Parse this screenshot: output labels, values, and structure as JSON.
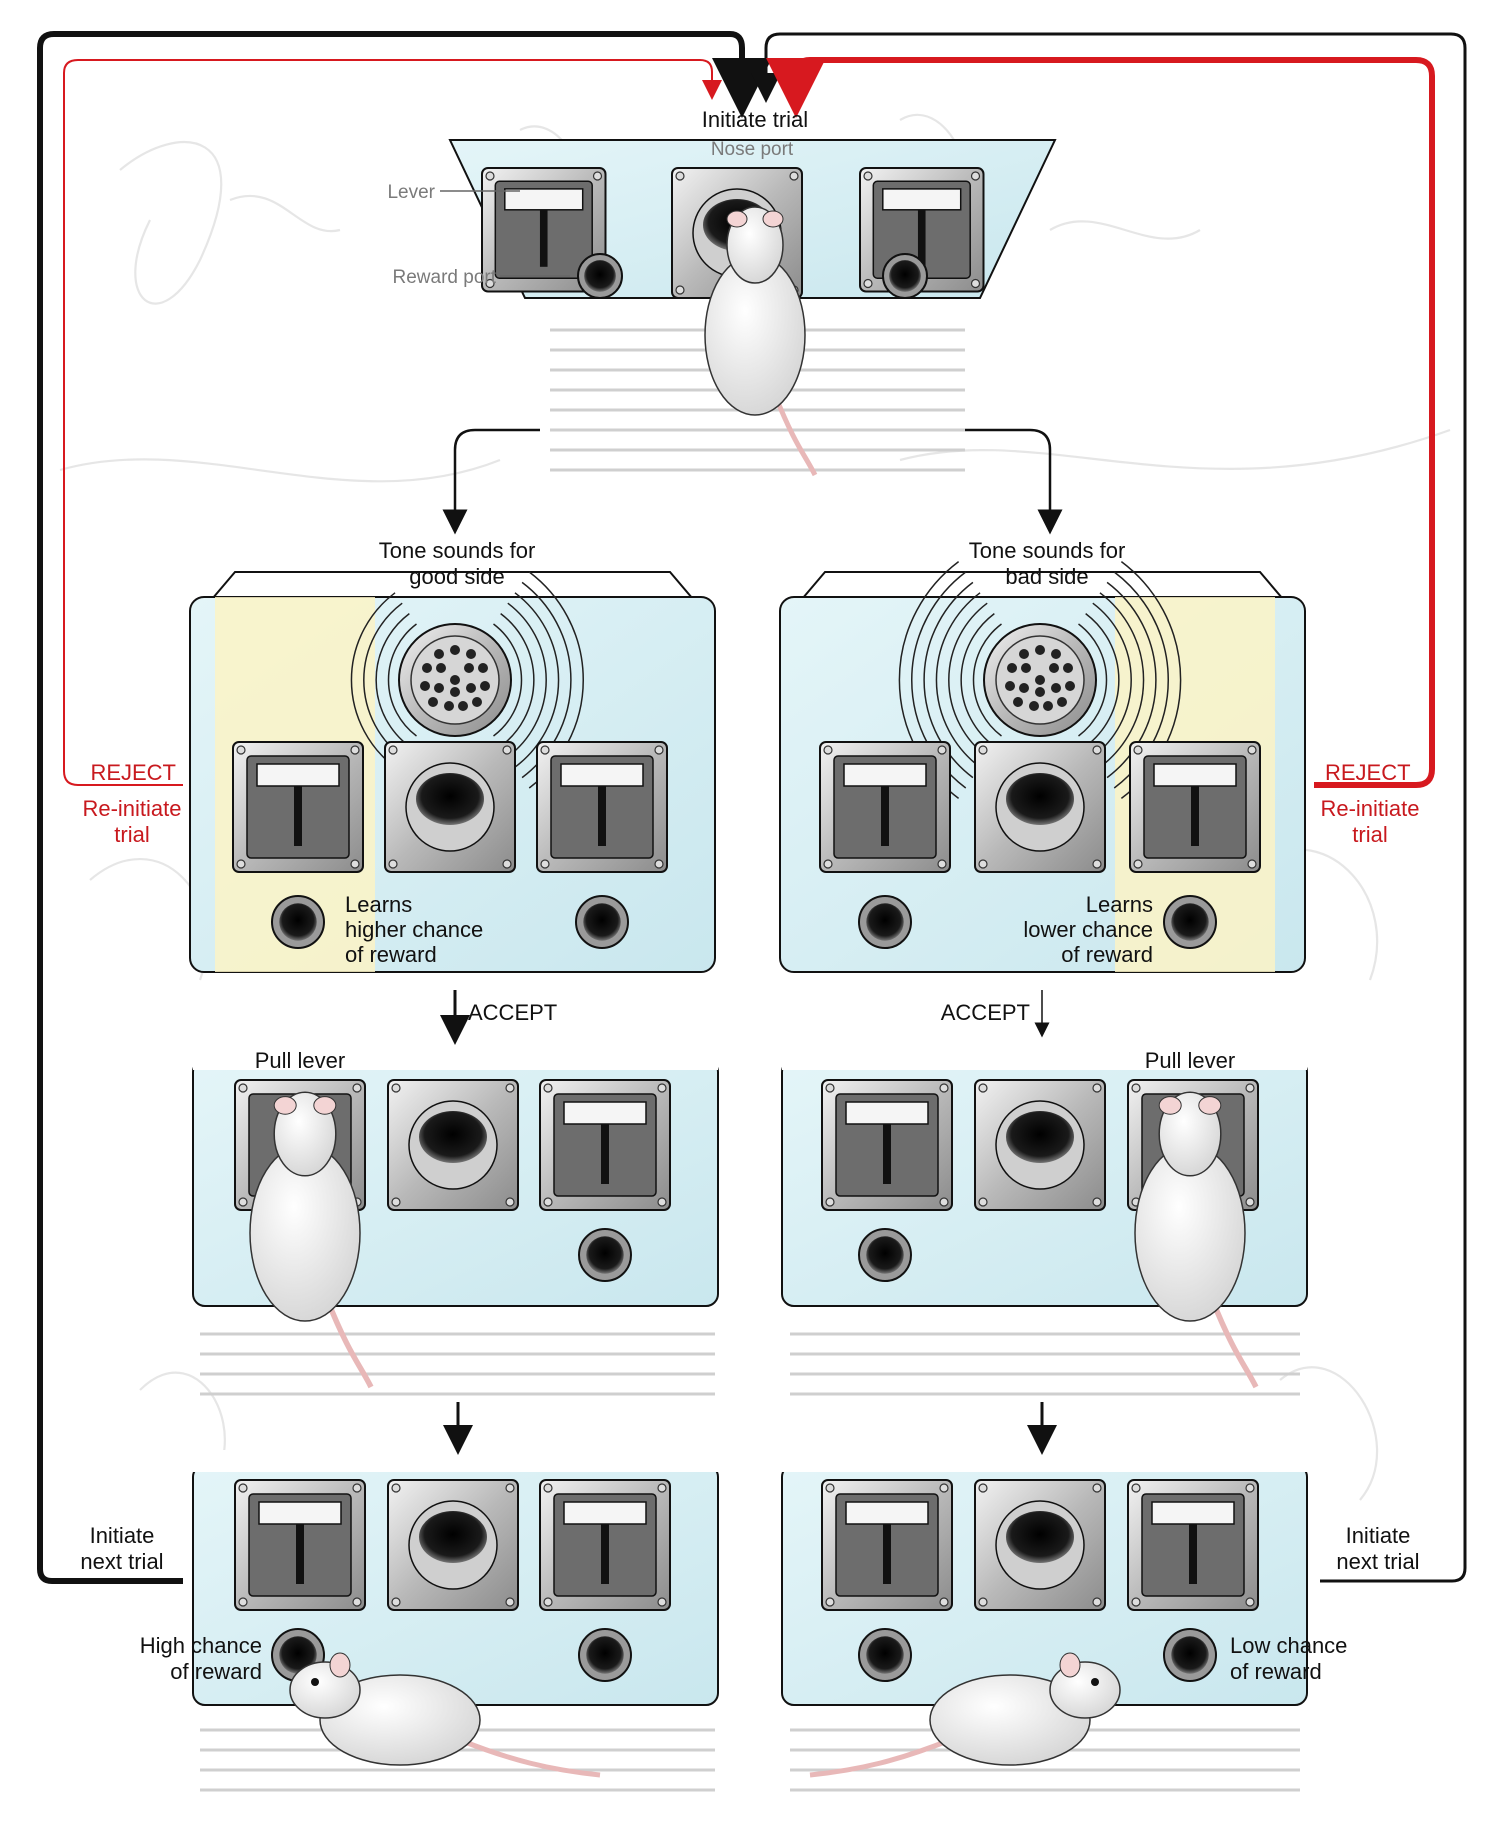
{
  "top": {
    "initiate_trial": "Initiate trial",
    "nose_port": "Nose port",
    "lever": "Lever",
    "reward_port": "Reward port"
  },
  "left": {
    "tone_line1": "Tone sounds for",
    "tone_line2": "good side",
    "reject": "REJECT",
    "reinit_line1": "Re-initiate",
    "reinit_line2": "trial",
    "learns_line1": "Learns",
    "learns_line2": "higher chance",
    "learns_line3": "of reward",
    "accept": "ACCEPT",
    "pull_lever": "Pull lever",
    "next_line1": "Initiate",
    "next_line2": "next trial",
    "outcome_line1": "High chance",
    "outcome_line2": "of reward"
  },
  "right": {
    "tone_line1": "Tone sounds for",
    "tone_line2": "bad side",
    "reject": "REJECT",
    "reinit_line1": "Re-initiate",
    "reinit_line2": "trial",
    "learns_line1": "Learns",
    "learns_line2": "lower chance",
    "learns_line3": "of reward",
    "accept": "ACCEPT",
    "pull_lever": "Pull lever",
    "next_line1": "Initiate",
    "next_line2": "next trial",
    "outcome_line1": "Low chance",
    "outcome_line2": "of reward"
  },
  "colors": {
    "red_path": "#d7191f",
    "black_path": "#111111",
    "panel_fill": "#d9f0f4",
    "highlight_yellow": "#fbf3c6"
  },
  "icons": [
    "speaker-icon",
    "lever-icon",
    "nose-port-icon",
    "reward-port-icon",
    "rat-icon"
  ]
}
